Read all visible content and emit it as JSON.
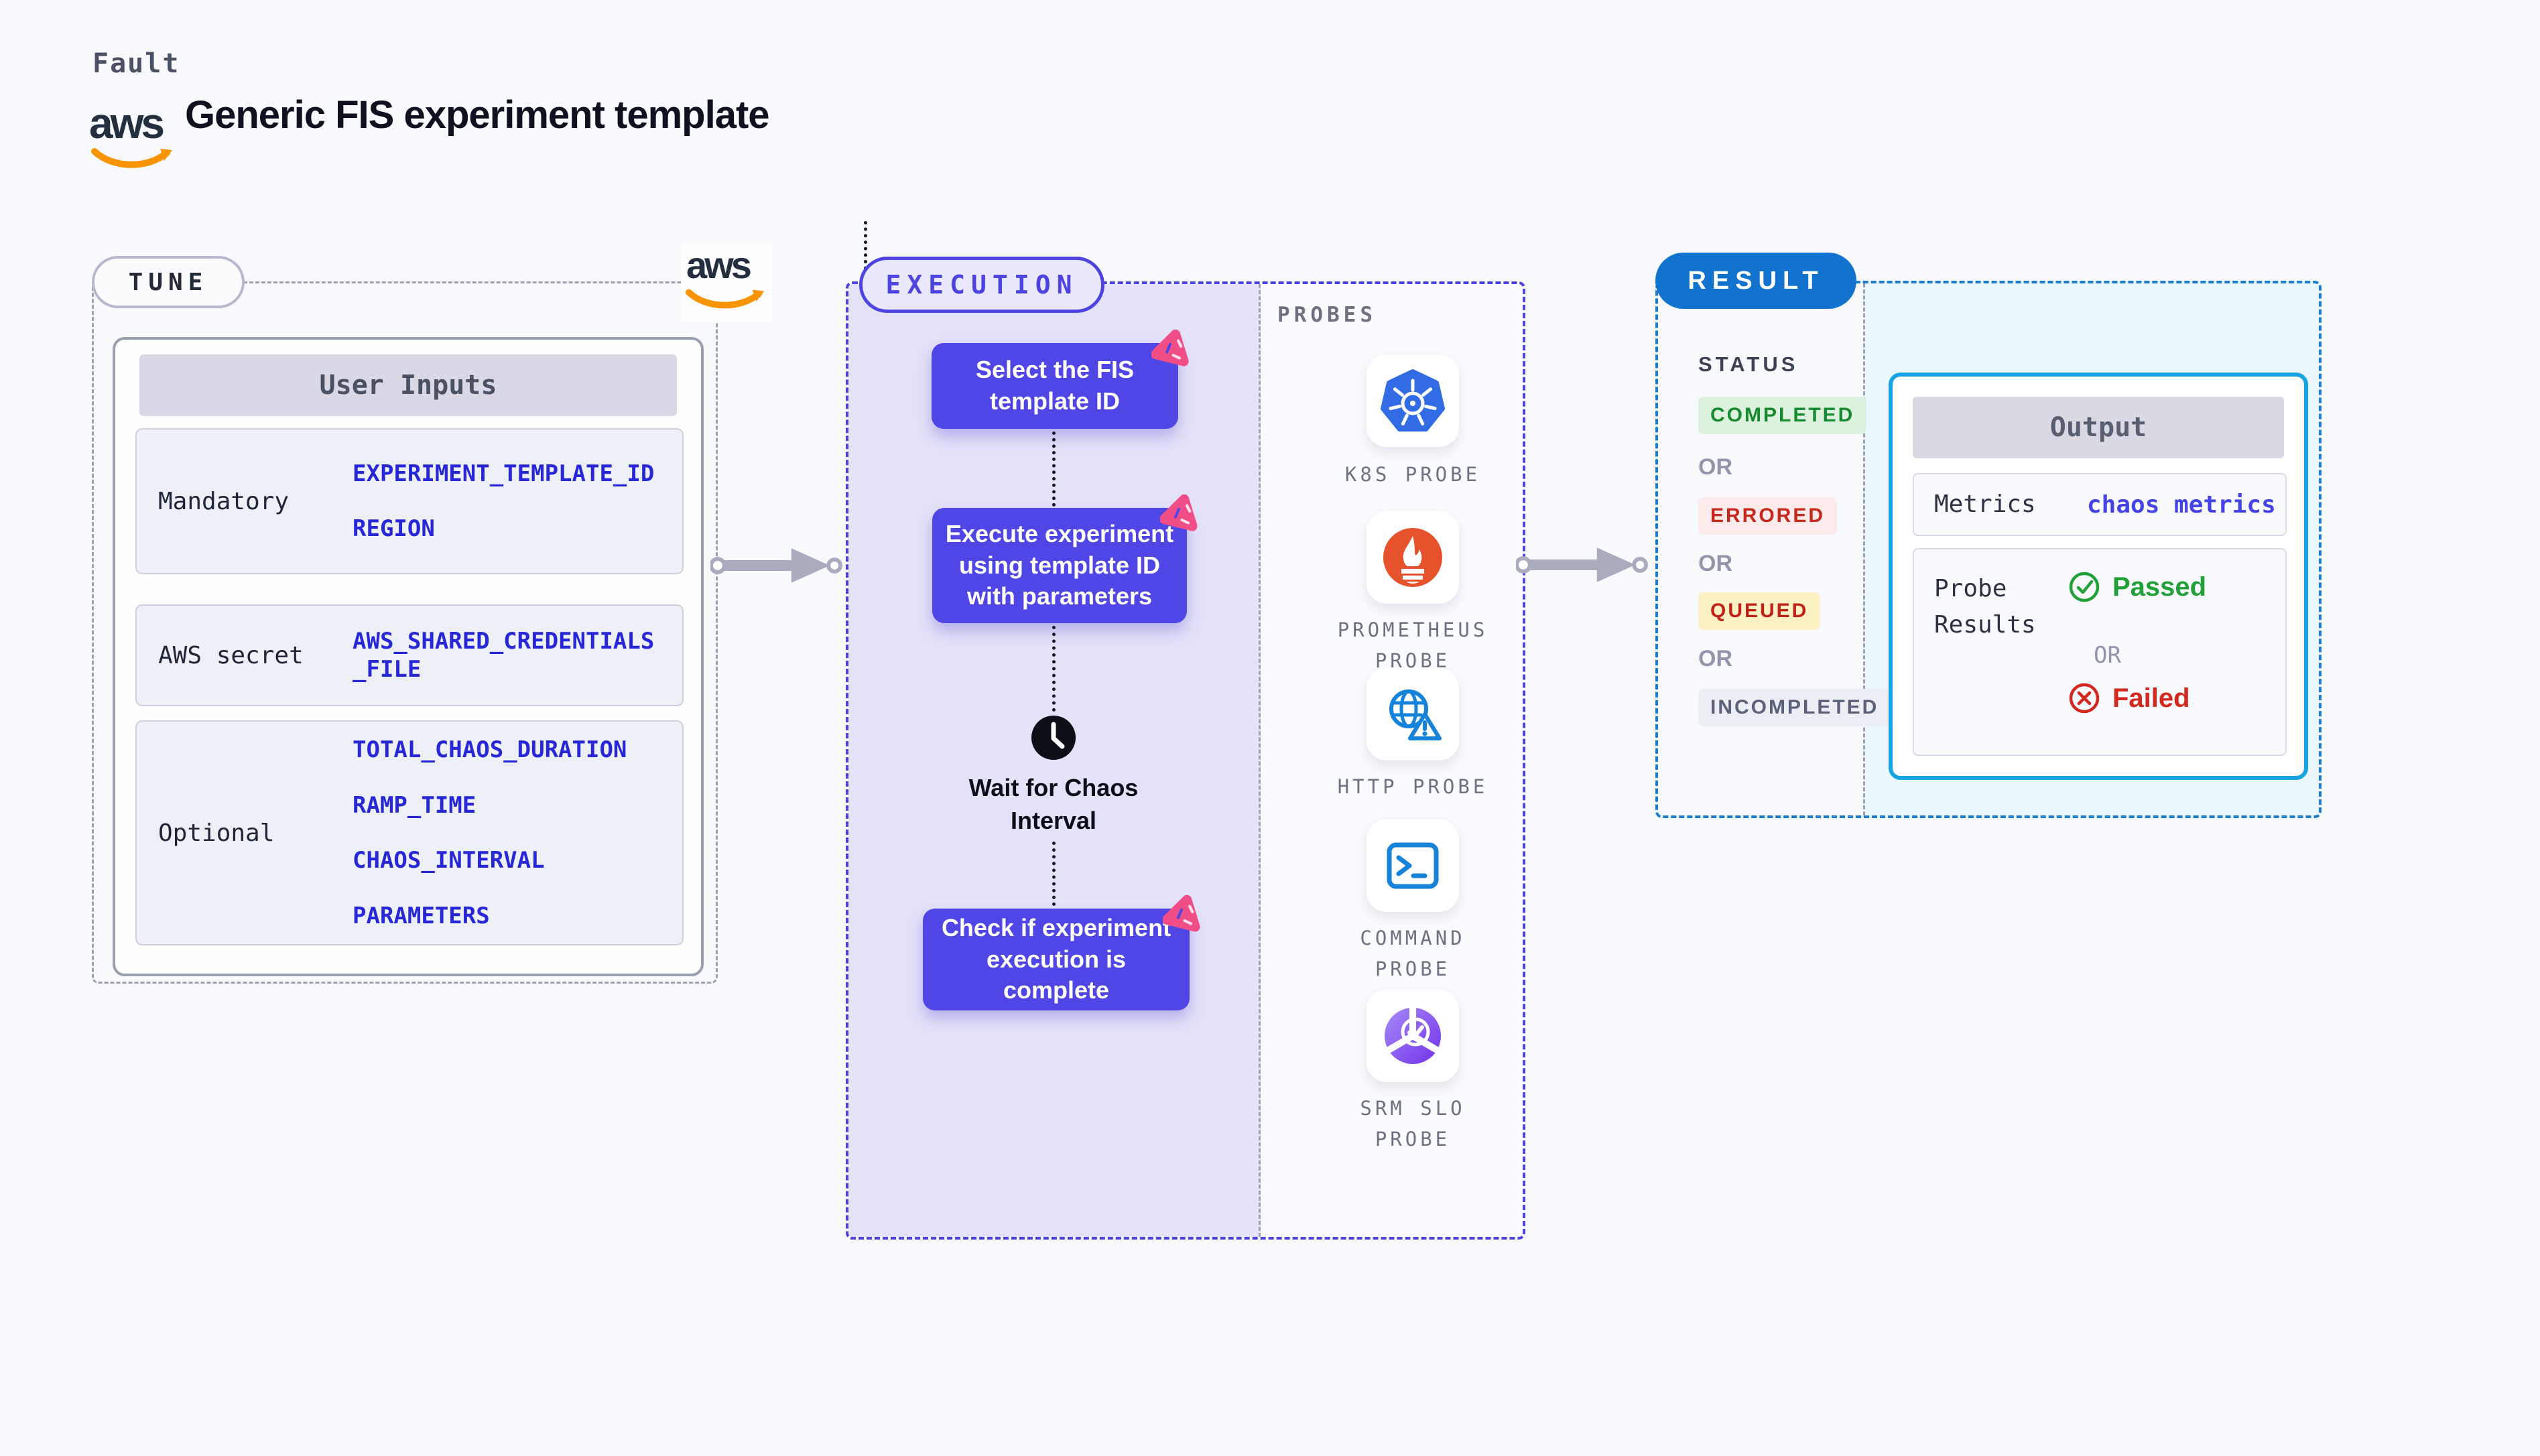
{
  "header": {
    "brand": "Fault",
    "aws_label": "aws",
    "title": "Generic FIS experiment template"
  },
  "tune": {
    "badge": "TUNE",
    "table": {
      "header": "User Inputs",
      "rows": [
        {
          "label": "Mandatory",
          "values": [
            "EXPERIMENT_TEMPLATE_ID",
            "REGION"
          ]
        },
        {
          "label": "AWS secret",
          "values": [
            "AWS_SHARED_CREDENTIALS_FILE"
          ]
        },
        {
          "label": "Optional",
          "values": [
            "TOTAL_CHAOS_DURATION",
            "RAMP_TIME",
            "CHAOS_INTERVAL",
            "PARAMETERS"
          ]
        }
      ]
    }
  },
  "execution": {
    "badge": "EXECUTION",
    "steps": {
      "select": "Select the FIS template ID",
      "execute": "Execute experiment using template ID with parameters",
      "wait": "Wait for Chaos Interval",
      "check": "Check if experiment execution is complete"
    },
    "probes": {
      "title": "PROBES",
      "items": [
        {
          "name": "K8S PROBE",
          "icon": "kubernetes-icon"
        },
        {
          "name": "PROMETHEUS PROBE",
          "icon": "prometheus-icon"
        },
        {
          "name": "HTTP PROBE",
          "icon": "globe-alert-icon"
        },
        {
          "name": "COMMAND PROBE",
          "icon": "terminal-icon"
        },
        {
          "name": "SRM SLO PROBE",
          "icon": "slo-pie-check-icon"
        }
      ]
    }
  },
  "result": {
    "badge": "RESULT",
    "status": {
      "label": "STATUS",
      "separator": "OR",
      "options": [
        "COMPLETED",
        "ERRORED",
        "QUEUED",
        "INCOMPLETED"
      ]
    },
    "output": {
      "header": "Output",
      "metrics_label": "Metrics",
      "metrics_value": "chaos metrics",
      "probe_results_label": "Probe Results",
      "passed": "Passed",
      "or": "OR",
      "failed": "Failed"
    }
  },
  "colors": {
    "page_bg": "#f8f9fc",
    "indigo": "#4f46e5",
    "indigo_light_bg": "#e4e2f9",
    "blue_value_text": "#2727d8",
    "pink_accent": "#f14d86",
    "result_blue": "#1273cf",
    "result_bg_cyan": "#e9f6fb",
    "output_border_cyan": "#16a5e2",
    "arrow_gray": "#a9abbe",
    "k8s_blue": "#326ce5",
    "prometheus_orange": "#e6522c",
    "probe_icon_blue": "#1583da",
    "srm_purple": "#7131e8",
    "aws_orange": "#f79400",
    "status_completed": "#178a30",
    "status_errored": "#c5281c",
    "status_queued": "#c02218",
    "status_incompleted": "#5a6178",
    "passed_green": "#21a038",
    "failed_red": "#d2281e"
  }
}
